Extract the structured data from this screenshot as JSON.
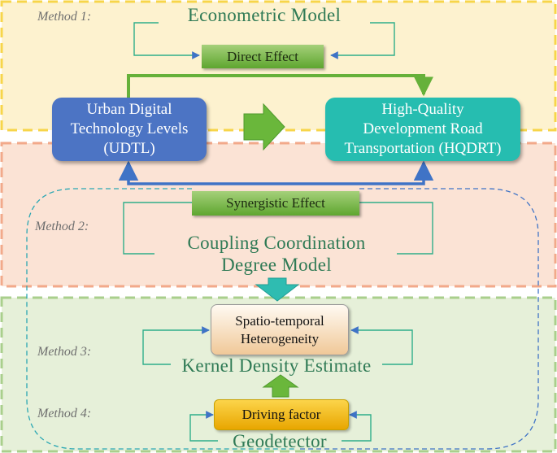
{
  "methods": {
    "m1": "Method 1:",
    "m2": "Method 2:",
    "m3": "Method 3:",
    "m4": "Method 4:"
  },
  "titles": {
    "econometric": "Econometric Model",
    "coupling_line1": "Coupling Coordination",
    "coupling_line2": "Degree Model",
    "kde": "Kernel Density Estimate",
    "geodetector": "Geodetector"
  },
  "boxes": {
    "direct_effect": "Direct Effect",
    "udtl_line1": "Urban Digital",
    "udtl_line2": "Technology Levels",
    "udtl_line3": "(UDTL)",
    "hqdrt_line1": "High-Quality",
    "hqdrt_line2": "Development Road",
    "hqdrt_line3": "Transportation  (HQDRT)",
    "synergistic_effect": "Synergistic Effect",
    "spatio_line1": "Spatio-temporal",
    "spatio_line2": "Heterogeneity",
    "driving_factor": "Driving factor"
  },
  "colors": {
    "band1_fill": "#fdf2cf",
    "band1_border": "#f7d54a",
    "band2_fill": "#fbe3d5",
    "band2_border": "#f2a98a",
    "band3_fill": "#e6f0d9",
    "band3_border": "#a9cf8c",
    "blue_arrow": "#3f73c6",
    "green_arrow": "#66b13a",
    "bracket": "#2fae8a",
    "teal_arrow": "#2fbcb1"
  }
}
